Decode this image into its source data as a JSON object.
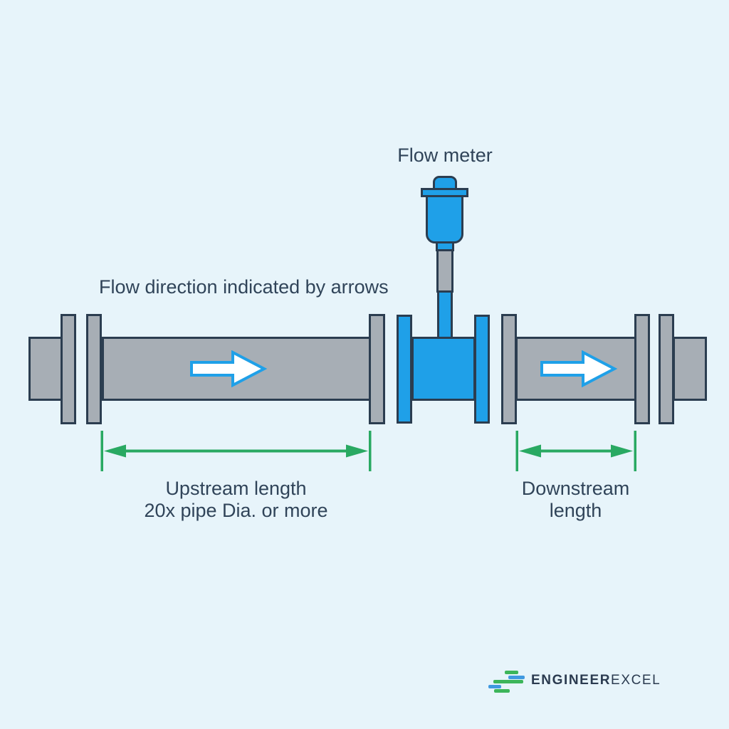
{
  "diagram": {
    "title": "Flow meter",
    "flow_direction_note": "Flow direction indicated by arrows",
    "upstream_label_line1": "Upstream length",
    "upstream_label_line2": "20x pipe Dia. or more",
    "downstream_label_line1": "Downstream",
    "downstream_label_line2": "length"
  },
  "colors": {
    "background": "#E7F4FA",
    "pipe_gray": "#A7AEB5",
    "outline_navy": "#2B3D50",
    "meter_blue": "#1FA0E8",
    "flow_arrow_fill": "#FFFFFF",
    "dimension_green": "#29A962",
    "label_text": "#304459",
    "logo_text": "#2B3B50",
    "logo_green": "#3CB55A",
    "logo_blue": "#4099E0"
  },
  "logo": {
    "brand_bold": "ENGINEER",
    "brand_light": "EXCEL"
  }
}
